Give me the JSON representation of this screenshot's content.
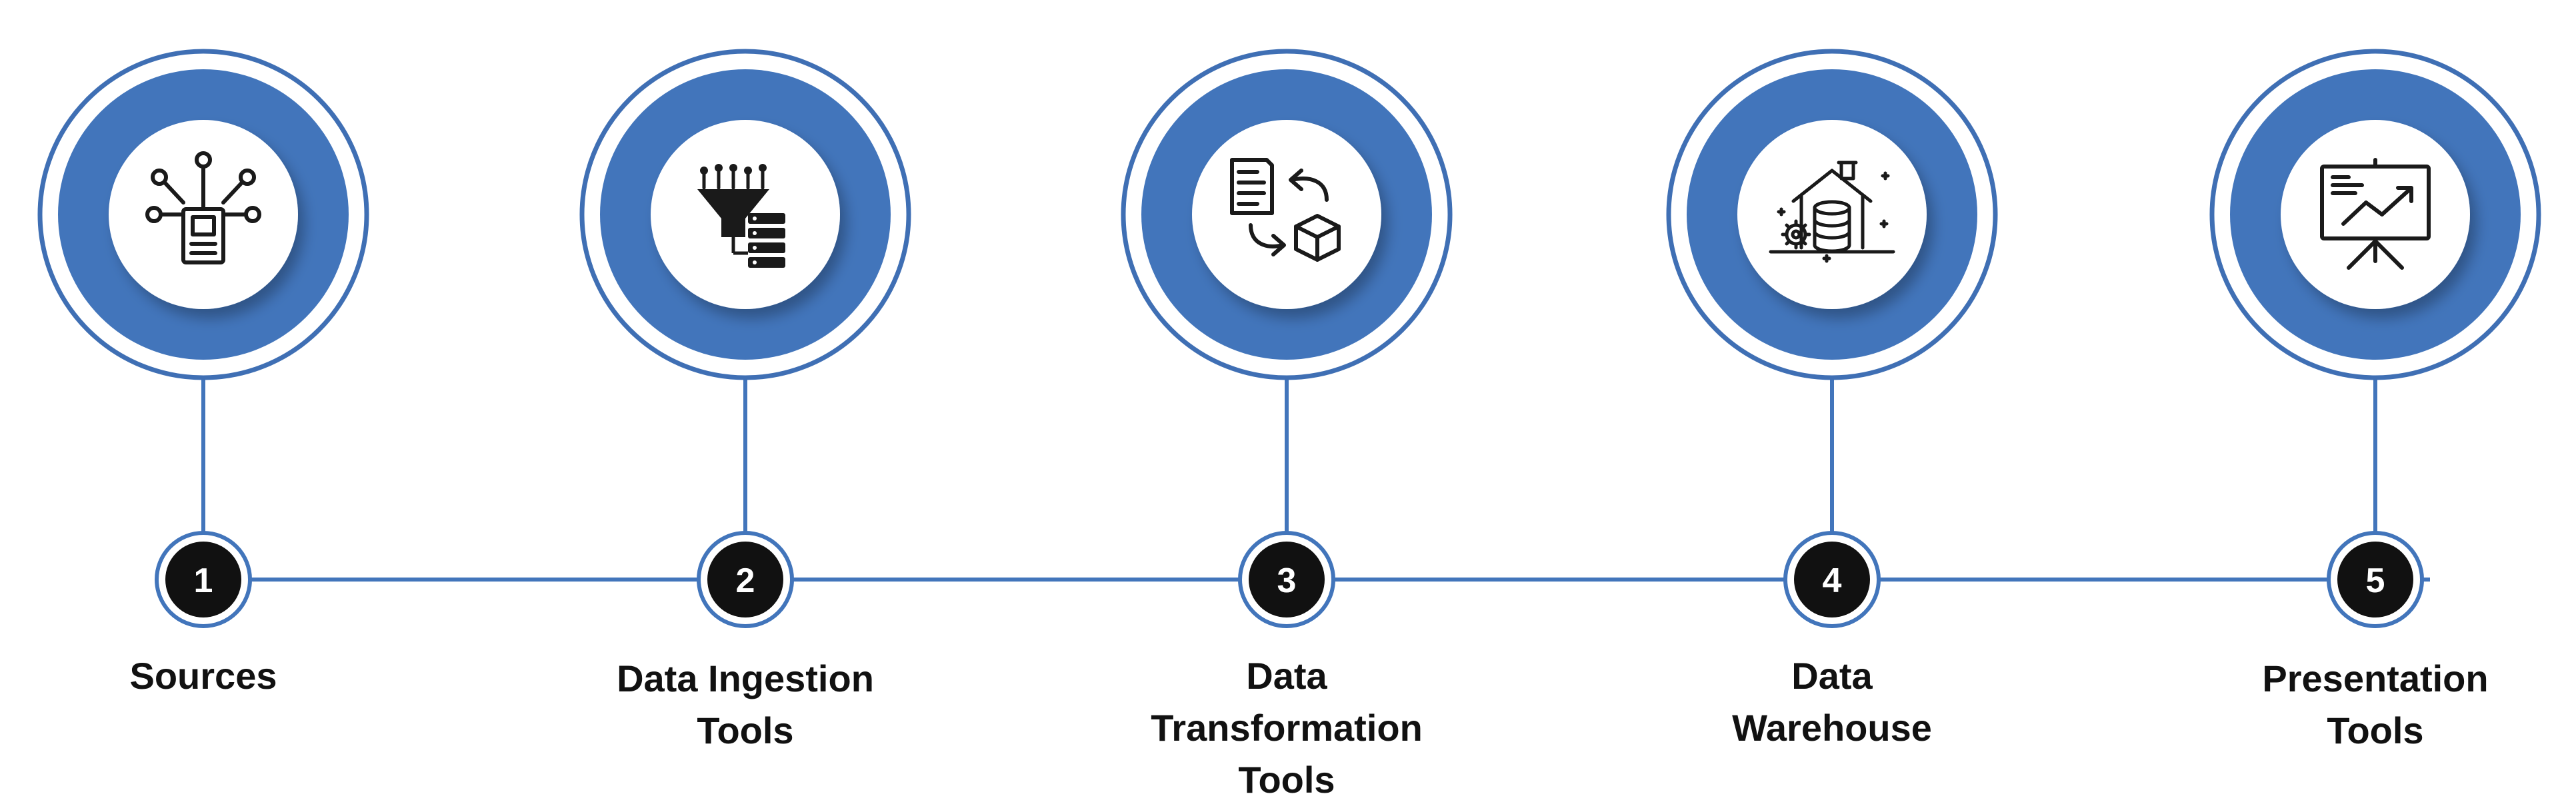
{
  "steps": [
    {
      "number": "1",
      "label_lines": [
        "Sources"
      ],
      "icon": "document-network-icon"
    },
    {
      "number": "2",
      "label_lines": [
        "Data Ingestion",
        "Tools"
      ],
      "icon": "funnel-database-icon"
    },
    {
      "number": "3",
      "label_lines": [
        "Data",
        "Transformation",
        "Tools"
      ],
      "icon": "document-transform-cube-icon"
    },
    {
      "number": "4",
      "label_lines": [
        "Data",
        "Warehouse"
      ],
      "icon": "warehouse-database-icon"
    },
    {
      "number": "5",
      "label_lines": [
        "Presentation",
        "Tools"
      ],
      "icon": "presentation-board-chart-icon"
    }
  ],
  "colors": {
    "accent": "#4275bb",
    "ring": "#3f6fb4",
    "badge": "#111111",
    "text": "#111111",
    "icon": "#1a1a1a"
  }
}
